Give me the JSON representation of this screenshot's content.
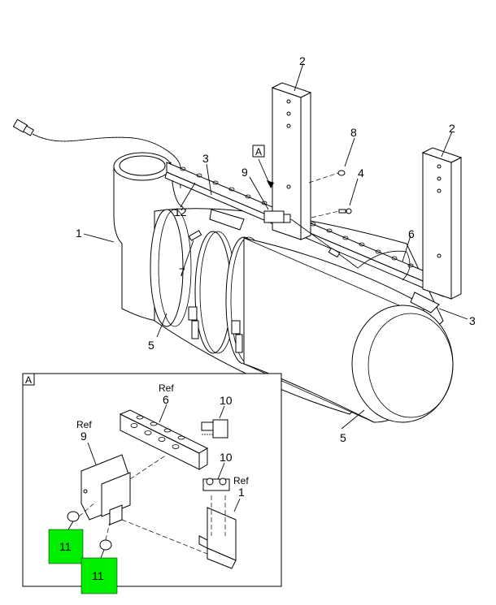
{
  "main_callouts": {
    "c1": "1",
    "c2a": "2",
    "c2b": "2",
    "c3a": "3",
    "c3b": "3",
    "c4": "4",
    "c5a": "5",
    "c5b": "5",
    "c6": "6",
    "c7": "7",
    "c8": "8",
    "c9": "9",
    "c12": "12",
    "view_marker": "A"
  },
  "detail_view": {
    "title": "A",
    "ref_word": "Ref",
    "c6": "6",
    "c9": "9",
    "c10a": "10",
    "c10b": "10",
    "c1": "1",
    "c11a": "11",
    "c11b": "11"
  },
  "colors": {
    "highlight": "#00ee00",
    "line": "#000000"
  }
}
